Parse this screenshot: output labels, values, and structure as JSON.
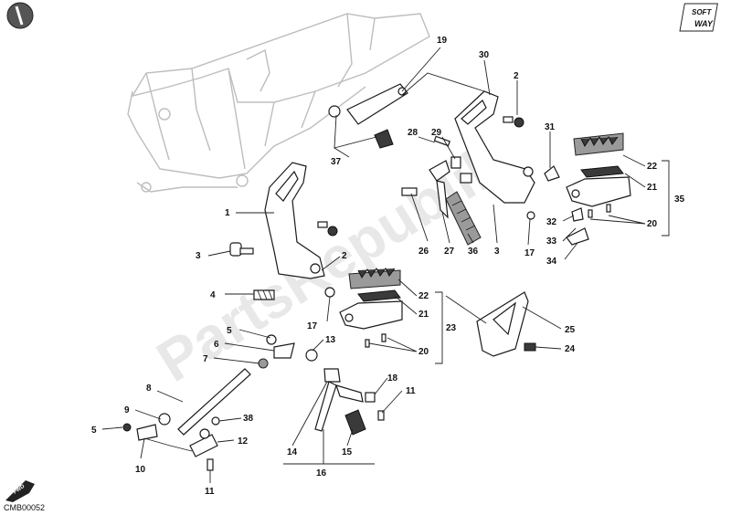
{
  "callouts": {
    "c1": "1",
    "c2a": "2",
    "c2b": "2",
    "c3a": "3",
    "c3b": "3",
    "c4": "4",
    "c5a": "5",
    "c5b": "5",
    "c6": "6",
    "c7": "7",
    "c8": "8",
    "c9": "9",
    "c10": "10",
    "c11a": "11",
    "c11b": "11",
    "c12": "12",
    "c13": "13",
    "c14": "14",
    "c15": "15",
    "c16": "16",
    "c17a": "17",
    "c17b": "17",
    "c18": "18",
    "c19": "19",
    "c20a": "20",
    "c20b": "20",
    "c21a": "21",
    "c21b": "21",
    "c22a": "22",
    "c22b": "22",
    "c23": "23",
    "c24": "24",
    "c25": "25",
    "c26": "26",
    "c27": "27",
    "c28": "28",
    "c29": "29",
    "c30": "30",
    "c31": "31",
    "c32": "32",
    "c33": "33",
    "c34": "34",
    "c35": "35",
    "c36": "36",
    "c37": "37",
    "c38": "38"
  },
  "footer_code": "CMB00052",
  "watermark": "PartsRepublik",
  "logo": {
    "soft": "SOFT",
    "way": "WAY",
    "fwd": "FWD"
  },
  "colors": {
    "line": "#1a1a1a",
    "frame": "#bdbdbd",
    "watermark": "#d6d6d6"
  }
}
